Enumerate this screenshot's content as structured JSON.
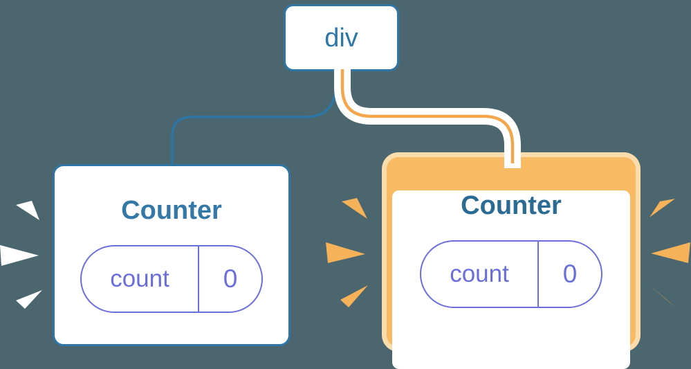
{
  "background_color": "#4b666f",
  "palette": {
    "blue": "#2e76a5",
    "title_blue": "#3478a8",
    "title_blue_bold": "#2a6b94",
    "purple": "#6a6edb",
    "orange_line": "#f3a64b",
    "orange_ring": "#f8ba63",
    "peach_glow": "#fbdcac",
    "ray_orange": "#f6b258",
    "ray_white": "#ffffff",
    "card_background": "#ffffff"
  },
  "tree": {
    "root": {
      "label": "div"
    },
    "children": [
      {
        "id": "counter-left",
        "title": "Counter",
        "highlighted": false,
        "state": {
          "key": "count",
          "value": "0"
        }
      },
      {
        "id": "counter-right",
        "title": "Counter",
        "highlighted": true,
        "state": {
          "key": "count",
          "value": "0"
        }
      }
    ]
  },
  "icons": {
    "rays_left_card": "white-burst-rays",
    "rays_right_card": "orange-burst-rays"
  }
}
